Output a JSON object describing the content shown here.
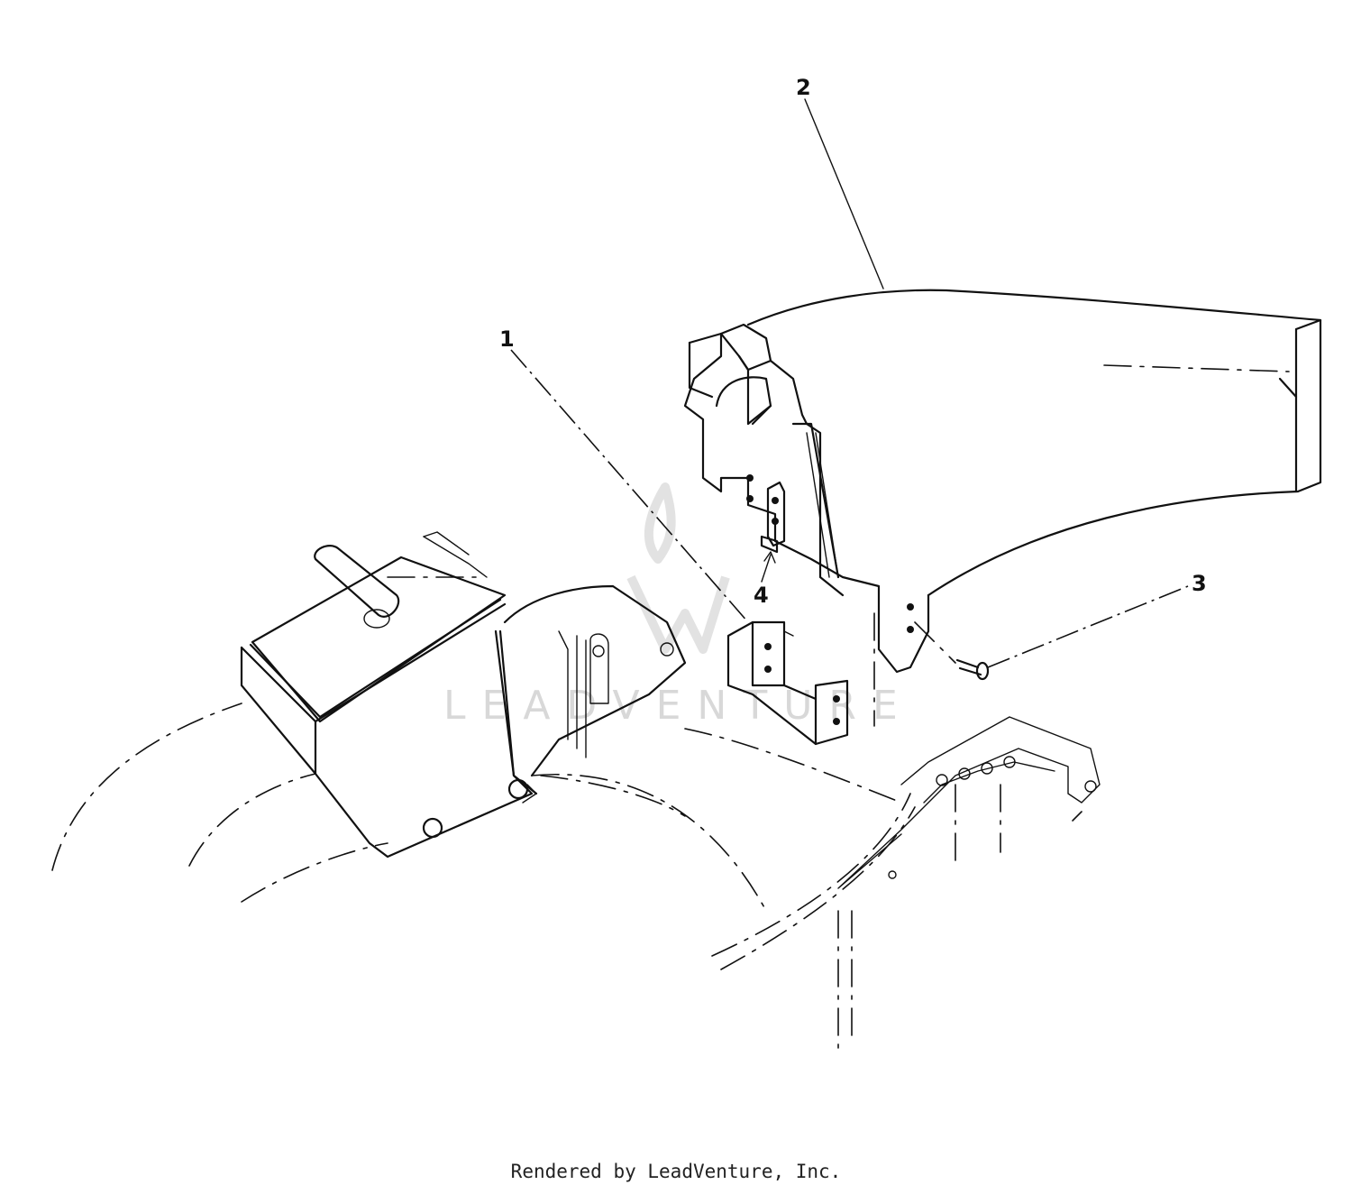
{
  "callouts": {
    "part_1": "1",
    "part_2": "2",
    "part_3": "3",
    "part_4": "4"
  },
  "watermark": {
    "text": "LEADVENTURE"
  },
  "footer": {
    "credit": "Rendered by LeadVenture, Inc."
  },
  "icons": {
    "watermark_logo": "leadventure-flame-v-icon"
  },
  "colors": {
    "line": "#111111",
    "watermark": "#d8d8d8",
    "background": "#ffffff"
  }
}
